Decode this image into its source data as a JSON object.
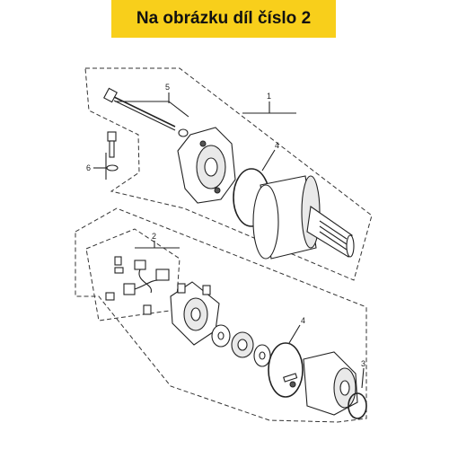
{
  "banner": {
    "text": "Na obrázku díl číslo 2"
  },
  "callouts": {
    "c1": "1",
    "c2": "2",
    "c3": "3",
    "c4a": "4",
    "c4b": "4",
    "c5": "5",
    "c6": "6"
  },
  "colors": {
    "banner": "#f8cf1b",
    "line": "#222222"
  }
}
